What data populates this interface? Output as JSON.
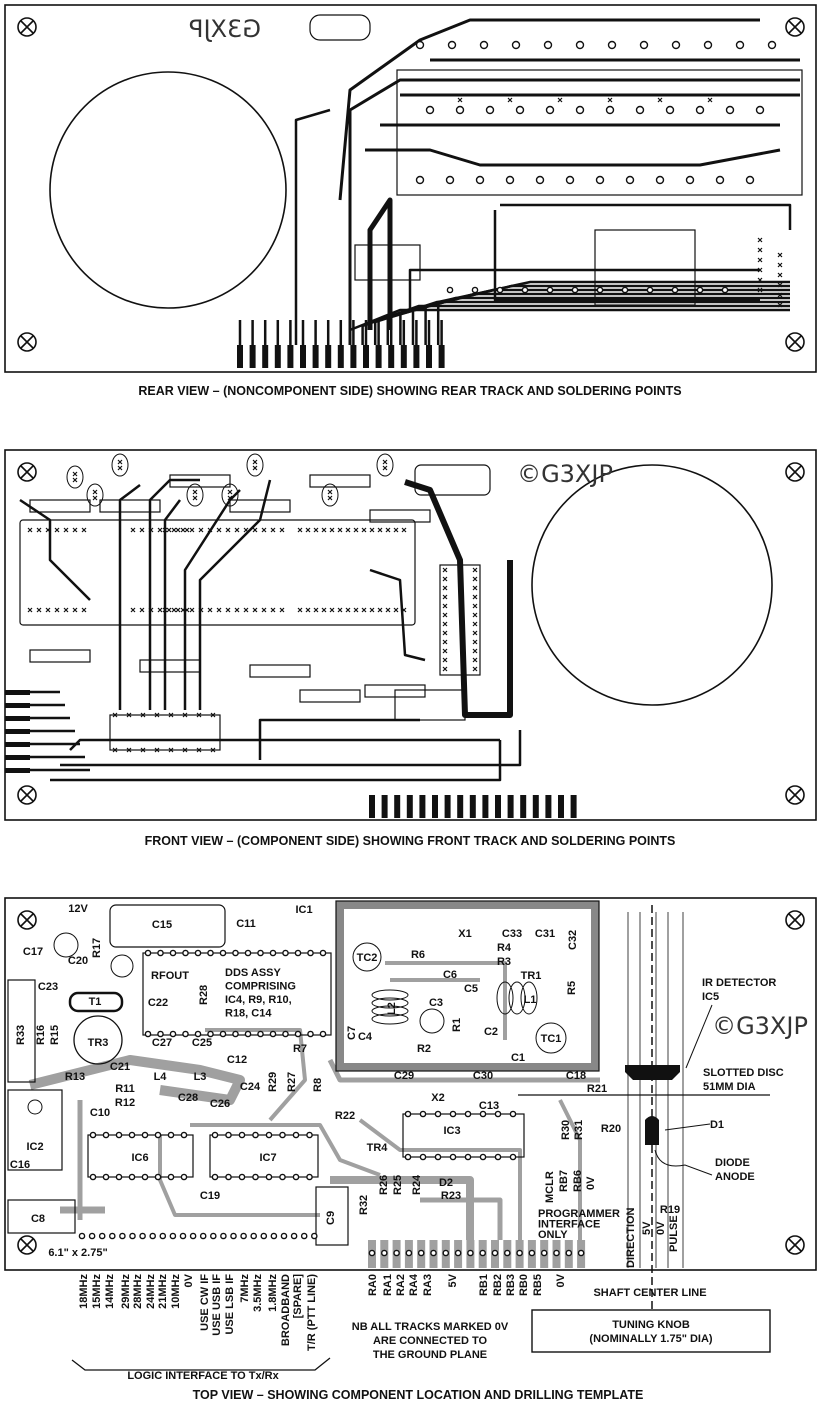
{
  "rear_view": {
    "logo_mirrored": "G3XJP",
    "caption": "REAR VIEW – (NONCOMPONENT SIDE) SHOWING REAR TRACK AND SOLDERING POINTS"
  },
  "front_view": {
    "logo": "©G3XJP",
    "caption": "FRONT VIEW – (COMPONENT SIDE) SHOWING FRONT TRACK AND SOLDERING POINTS"
  },
  "top_view": {
    "components": [
      "12V",
      "C15",
      "C11",
      "IC1",
      "C17",
      "C20",
      "R17",
      "RFOUT",
      "R28",
      "C23",
      "T1",
      "C22",
      "R33",
      "R16",
      "R15",
      "TR3",
      "C27",
      "C25",
      "C12",
      "R7",
      "C21",
      "R13",
      "L4",
      "L3",
      "C24",
      "R29",
      "R27",
      "R8",
      "R11",
      "R12",
      "C28",
      "C26",
      "C10",
      "IC2",
      "IC6",
      "IC7",
      "C16",
      "C19",
      "C8",
      "C9",
      "X1",
      "C33",
      "C31",
      "C32",
      "TC2",
      "R6",
      "R4",
      "R3",
      "C6",
      "TR1",
      "C5",
      "L2",
      "L1",
      "R5",
      "C3",
      "R1",
      "C7",
      "C4",
      "C2",
      "TC1",
      "R2",
      "C1",
      "C29",
      "C30",
      "C18",
      "R21",
      "X2",
      "C13",
      "R22",
      "IC3",
      "R30",
      "R31",
      "R20",
      "D1",
      "TR4",
      "R26",
      "R25",
      "R24",
      "D2",
      "MCLR",
      "RB7",
      "RB6",
      "0V",
      "R32",
      "R23",
      "R19",
      "DIRECTION",
      "5V",
      "0V",
      "PULSE"
    ],
    "dds_assy": [
      "DDS ASSY",
      "COMPRISING",
      "IC4, R9, R10,",
      "R18, C14"
    ],
    "ir_detector": [
      "IR DETECTOR",
      "IC5"
    ],
    "slotted_disc": [
      "SLOTTED DISC",
      "51MM DIA"
    ],
    "diode_anode": [
      "DIODE",
      "ANODE"
    ],
    "programmer": [
      "PROGRAMMER",
      "INTERFACE",
      "ONLY"
    ],
    "logo": "©G3XJP",
    "board_size": "6.1\" x 2.75\"",
    "logic_pins": [
      "18MHz",
      "15MHz",
      "14MHz",
      "29MHz",
      "28MHz",
      "24MHz",
      "21MHz",
      "10MHz",
      "0V",
      "USE CW IF",
      "USE USB IF",
      "USE LSB IF",
      "7MHz",
      "3.5MHz",
      "1.8MHz",
      "BROADBAND",
      "[SPARE]",
      "T/R (PTT LINE)"
    ],
    "logic_interface_label": "LOGIC INTERFACE TO Tx/Rx",
    "programmer_pins": [
      "RA0",
      "RA1",
      "RA2",
      "RA4",
      "RA3",
      "5V",
      "RB1",
      "RB2",
      "RB3",
      "RB0",
      "RB5",
      "0V"
    ],
    "note": [
      "NB ALL TRACKS MARKED 0V",
      "ARE CONNECTED TO",
      "THE GROUND PLANE"
    ],
    "shaft_center_line": "SHAFT CENTER LINE",
    "tuning_knob": [
      "TUNING KNOB",
      "(NOMINALLY 1.75\" DIA)"
    ],
    "caption": "TOP VIEW – SHOWING COMPONENT LOCATION AND DRILLING TEMPLATE"
  },
  "colors": {
    "track_rear": "#111111",
    "track_top": "#a0a0a0",
    "outline": "#111111"
  }
}
